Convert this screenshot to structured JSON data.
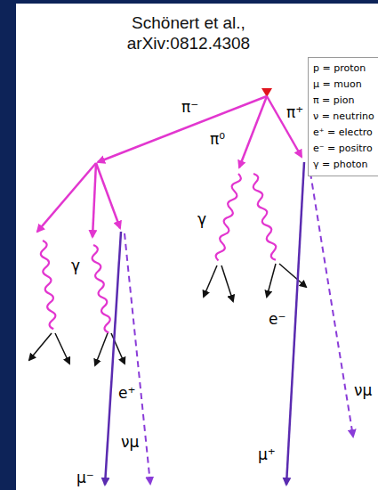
{
  "diagram": {
    "title": "Schönert et al., arXiv:0812.4308",
    "labels": [
      "π⁻",
      "π⁺",
      "π⁰",
      "γ",
      "γ",
      "e⁻",
      "e⁺",
      "νμ",
      "νμ",
      "μ⁺",
      "μ⁻"
    ],
    "legend": [
      {
        "text": "p = proton"
      },
      {
        "text": "μ = muon"
      },
      {
        "text": "π = pion"
      },
      {
        "text": "ν = neutrino"
      },
      {
        "text": "e⁺ = electro"
      },
      {
        "text": "e⁻ = positro"
      },
      {
        "text": "γ = photon"
      }
    ]
  }
}
